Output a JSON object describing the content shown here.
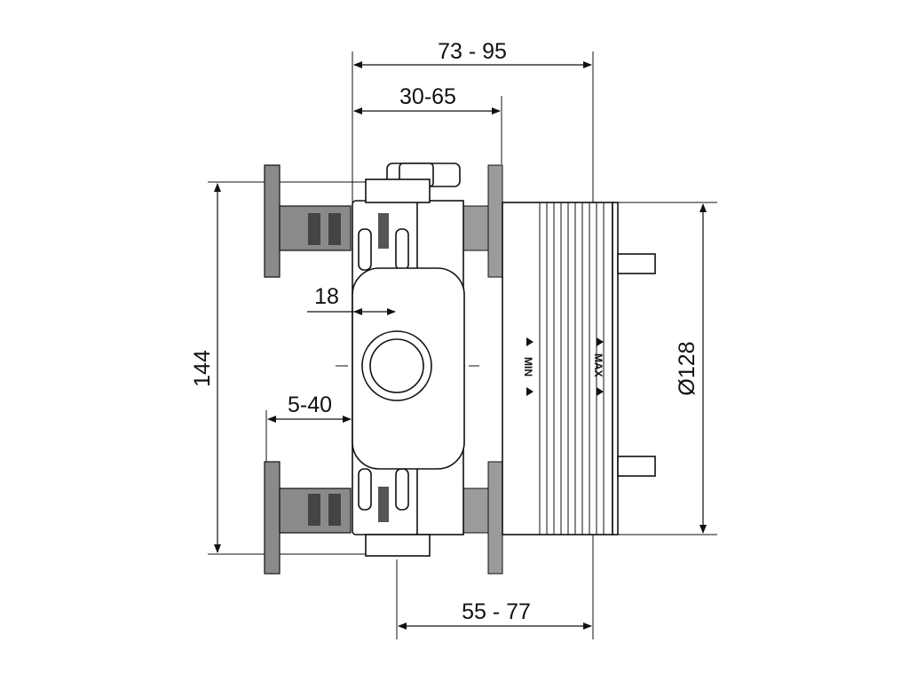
{
  "dimensions": {
    "top_overall": "73 - 95",
    "top_inner": "30-65",
    "offset": "18",
    "height": "144",
    "flange": "5-40",
    "bottom": "55 - 77",
    "diameter": "Ø128"
  },
  "markings": {
    "min": "MIN",
    "max": "MAX"
  }
}
